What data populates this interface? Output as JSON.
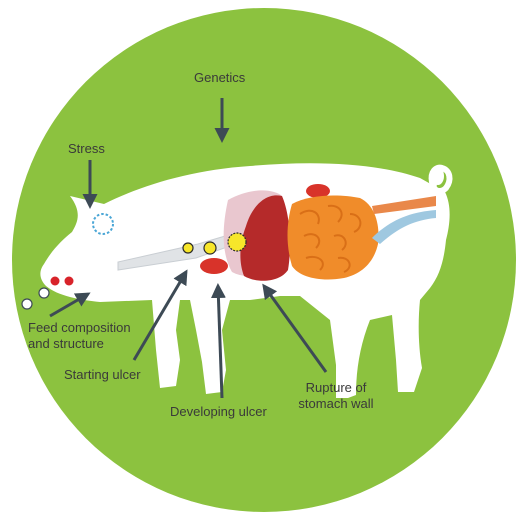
{
  "colors": {
    "background_circle": "#8cc23f",
    "pig_body": "#ffffff",
    "arrow": "#3d4a55",
    "stomach_red": "#b52a2a",
    "stomach_pink": "#e9c7cf",
    "intestine_orange": "#f08c2a",
    "esophagus": "#e0e3e6",
    "ulcer_yellow": "#f7e62a",
    "rectum_orange": "#e9884a",
    "rectum_blue": "#9fc8e0"
  },
  "labels": {
    "genetics": "Genetics",
    "stress": "Stress",
    "feed_line1": "Feed composition",
    "feed_line2": "and structure",
    "starting_ulcer": "Starting ulcer",
    "developing_ulcer": "Developing ulcer",
    "rupture_line1": "Rupture of",
    "rupture_line2": "stomach wall"
  },
  "icons": {
    "stress_marker": "dashed-circle-icon",
    "ulcer_markers": [
      "ulcer-small-icon",
      "ulcer-medium-icon",
      "ulcer-large-icon"
    ],
    "feed_pellets": "feed-pellet-icon"
  }
}
